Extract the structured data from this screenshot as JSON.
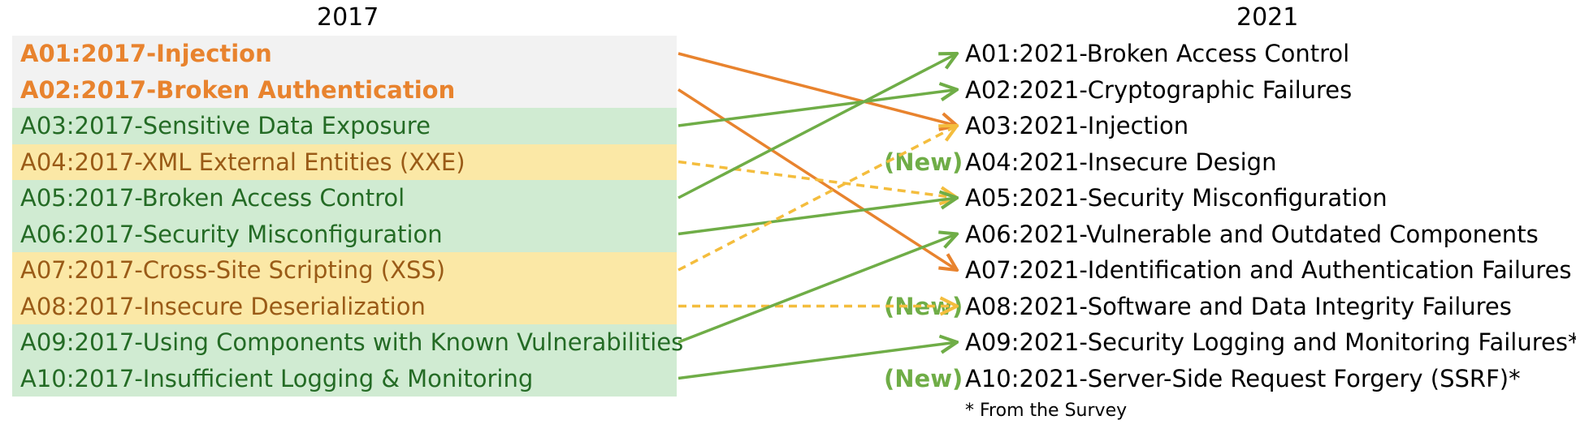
{
  "titles": {
    "left": "2017",
    "right": "2021"
  },
  "left_items": [
    {
      "label": "A01:2017-Injection",
      "bg": "grey",
      "color": "orange"
    },
    {
      "label": "A02:2017-Broken Authentication",
      "bg": "grey",
      "color": "orange"
    },
    {
      "label": "A03:2017-Sensitive Data Exposure",
      "bg": "green",
      "color": "green"
    },
    {
      "label": "A04:2017-XML External Entities (XXE)",
      "bg": "yellow",
      "color": "brown"
    },
    {
      "label": "A05:2017-Broken Access Control",
      "bg": "green",
      "color": "green"
    },
    {
      "label": "A06:2017-Security Misconfiguration",
      "bg": "green",
      "color": "green"
    },
    {
      "label": "A07:2017-Cross-Site Scripting (XSS)",
      "bg": "yellow",
      "color": "brown"
    },
    {
      "label": "A08:2017-Insecure Deserialization",
      "bg": "yellow",
      "color": "brown"
    },
    {
      "label": "A09:2017-Using Components with Known Vulnerabilities",
      "bg": "green",
      "color": "green"
    },
    {
      "label": "A10:2017-Insufficient Logging & Monitoring",
      "bg": "green",
      "color": "green"
    }
  ],
  "right_items": [
    {
      "label": "A01:2021-Broken Access Control",
      "new": ""
    },
    {
      "label": "A02:2021-Cryptographic Failures",
      "new": ""
    },
    {
      "label": "A03:2021-Injection",
      "new": ""
    },
    {
      "label": "A04:2021-Insecure Design",
      "new": "(New)"
    },
    {
      "label": "A05:2021-Security Misconfiguration",
      "new": ""
    },
    {
      "label": "A06:2021-Vulnerable and Outdated Components",
      "new": ""
    },
    {
      "label": "A07:2021-Identification and Authentication Failures",
      "new": ""
    },
    {
      "label": "A08:2021-Software and Data Integrity Failures",
      "new": "(New)"
    },
    {
      "label": "A09:2021-Security Logging and Monitoring Failures*",
      "new": ""
    },
    {
      "label": "A10:2021-Server-Side Request Forgery (SSRF)*",
      "new": "(New)"
    }
  ],
  "mappings": [
    {
      "from": 0,
      "to": 2,
      "style": "orange"
    },
    {
      "from": 1,
      "to": 6,
      "style": "orange"
    },
    {
      "from": 2,
      "to": 1,
      "style": "green"
    },
    {
      "from": 3,
      "to": 4,
      "style": "yellow-dashed"
    },
    {
      "from": 4,
      "to": 0,
      "style": "green"
    },
    {
      "from": 5,
      "to": 4,
      "style": "green"
    },
    {
      "from": 6,
      "to": 2,
      "style": "yellow-dashed"
    },
    {
      "from": 7,
      "to": 7,
      "style": "yellow-dashed"
    },
    {
      "from": 8,
      "to": 5,
      "style": "green"
    },
    {
      "from": 9,
      "to": 8,
      "style": "green"
    }
  ],
  "colors": {
    "orange": "#e8832e",
    "green": "#6fad47",
    "yellow": "#f4bd3d"
  },
  "footnote": "* From the Survey"
}
